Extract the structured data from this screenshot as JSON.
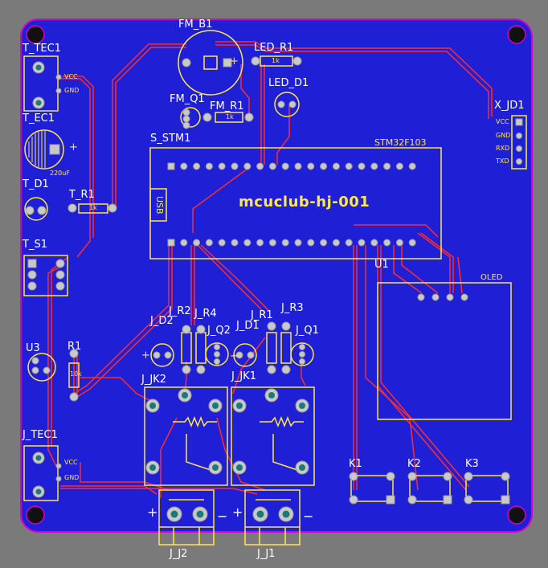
{
  "board": {
    "board_color": "#1f1fd6",
    "outline_color": "#d000d0",
    "silk_color": "#ffe84a",
    "trace_color": "#ff2d2d",
    "pad_color": "#bfbfbf"
  },
  "labels": {
    "t_tec1": "T_TEC1",
    "t_ec1": "T_EC1",
    "t_d1": "T_D1",
    "t_r1": "T_R1",
    "t_s1": "T_S1",
    "u3": "U3",
    "r1": "R1",
    "j_tec1": "J_TEC1",
    "fm_b1": "FM_B1",
    "fm_q1": "FM_Q1",
    "fm_r1": "FM_R1",
    "led_r1": "LED_R1",
    "led_d1": "LED_D1",
    "x_jd1": "X_JD1",
    "s_stm1": "S_STM1",
    "stm32": "STM32F103",
    "board_id": "mcuclub-hj-001",
    "usb": "USB",
    "u1": "U1",
    "oled": "OLED",
    "j_d2": "J_D2",
    "j_r2": "J_R2",
    "j_r4": "J_R4",
    "j_q2": "J_Q2",
    "j_d1": "J_D1",
    "j_r1": "J_R1",
    "j_r3": "J_R3",
    "j_q1": "J_Q1",
    "j_jk2": "J_JK2",
    "j_jk1": "J_JK1",
    "k1": "K1",
    "k2": "K2",
    "k3": "K3",
    "j_j2": "J_J2",
    "j_j1": "J_J1"
  },
  "silk_text": {
    "vcc": "VCC",
    "gnd": "GND",
    "rxd": "RXD",
    "txd": "TXD",
    "plus": "+",
    "minus": "−",
    "cap_value": "220uF",
    "res_1k": "1k",
    "res_10k": "10k"
  }
}
